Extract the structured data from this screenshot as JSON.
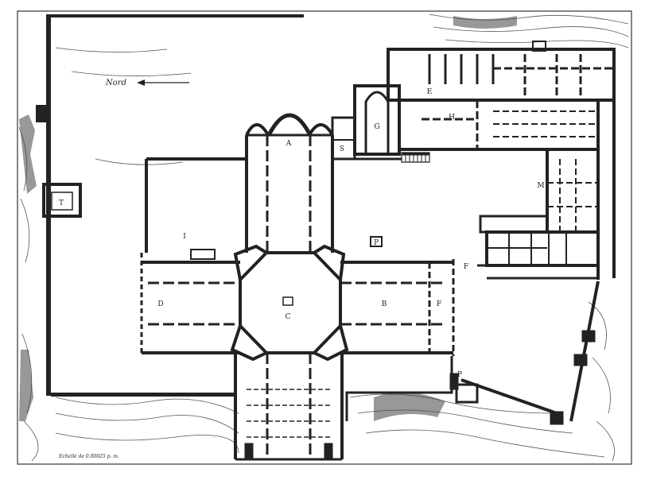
{
  "compass": {
    "label": "Nord"
  },
  "scale_note": "Echelle de 0.00025 p. m.",
  "rooms": {
    "A": "A",
    "B": "B",
    "C": "C",
    "D": "D",
    "F": "F",
    "G": "G",
    "H": "H",
    "I": "I",
    "M": "M",
    "P": "P",
    "S": "S",
    "T": "T",
    "E": "E"
  },
  "colors": {
    "ink": "#222222",
    "terrain": "#555555",
    "paper": "#ffffff"
  }
}
